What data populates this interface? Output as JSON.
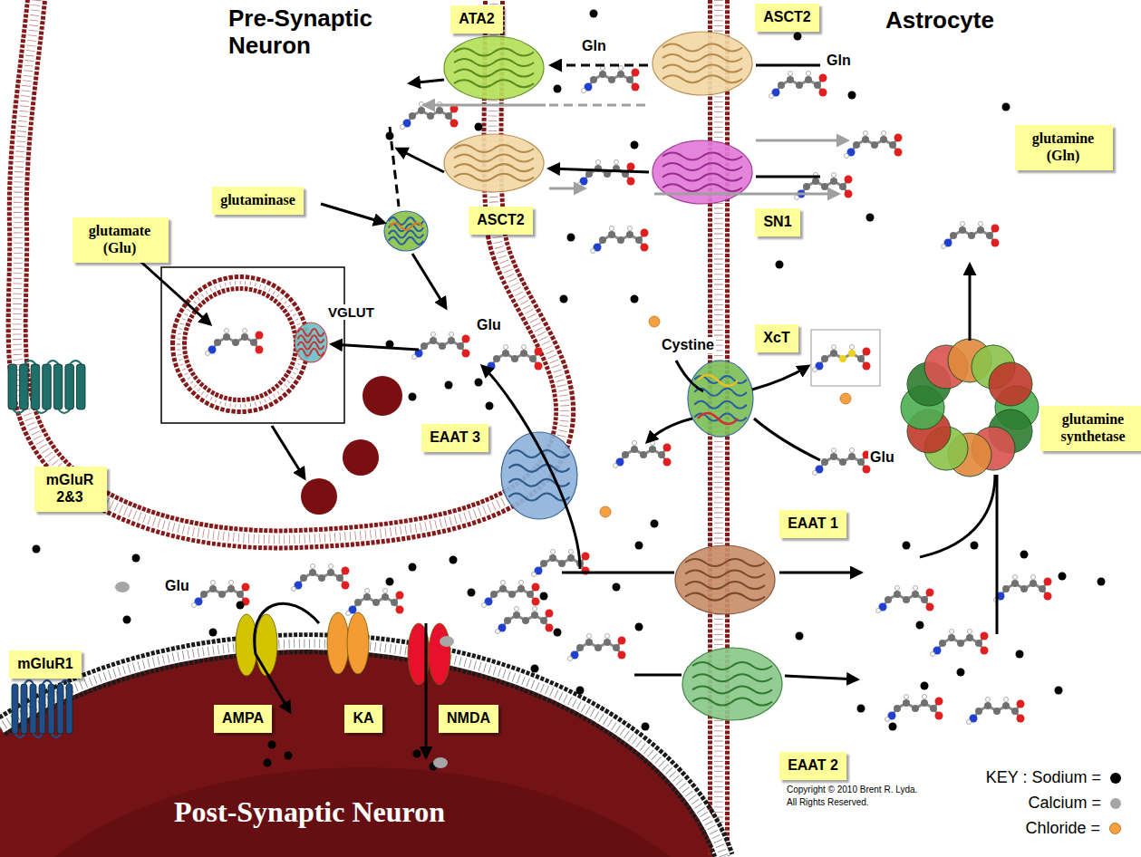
{
  "diagram": {
    "nodes": [
      {
        "text": [
          "ATA2"
        ]
      },
      {
        "text": [
          "ASCT2"
        ]
      },
      {
        "text": [
          "glutaminase"
        ]
      },
      {
        "text": [
          "ASCT2"
        ]
      },
      {
        "text": [
          "SN1"
        ]
      },
      {
        "text": [
          "glutamate (Glu)"
        ]
      },
      {
        "text": [
          "glutamine (Gln)"
        ]
      },
      {
        "text": [
          "XcT"
        ]
      },
      {
        "text": [
          "EAAT 3"
        ]
      },
      {
        "text": [
          "glutamine synthetase"
        ]
      },
      {
        "text": [
          "EAAT 1"
        ]
      },
      {
        "text": [
          "mGluR 2&3"
        ]
      },
      {
        "text": [
          "mGluR1"
        ]
      },
      {
        "text": [
          "AMPA"
        ]
      },
      {
        "text": [
          "KA"
        ]
      },
      {
        "text": [
          "NMDA"
        ]
      },
      {
        "text": [
          "EAAT 2"
        ]
      }
    ],
    "labels": [
      "Pre-Synaptic Neuron",
      "Astrocyte",
      "Gln",
      "Gln",
      "VGLUT",
      "Glu",
      "Cystine",
      "Glu",
      "Glu",
      "Post-Synaptic Neuron",
      "Copyright © 2010 Brent R. Lyda.",
      "All Rights Reserved."
    ],
    "legend": [
      {
        "text": "KEY : Sodium =",
        "color": "#000000"
      },
      {
        "text": "Calcium =",
        "color": "#a6a6a6"
      },
      {
        "text": "Chloride =",
        "color": "#f5a142"
      }
    ]
  }
}
